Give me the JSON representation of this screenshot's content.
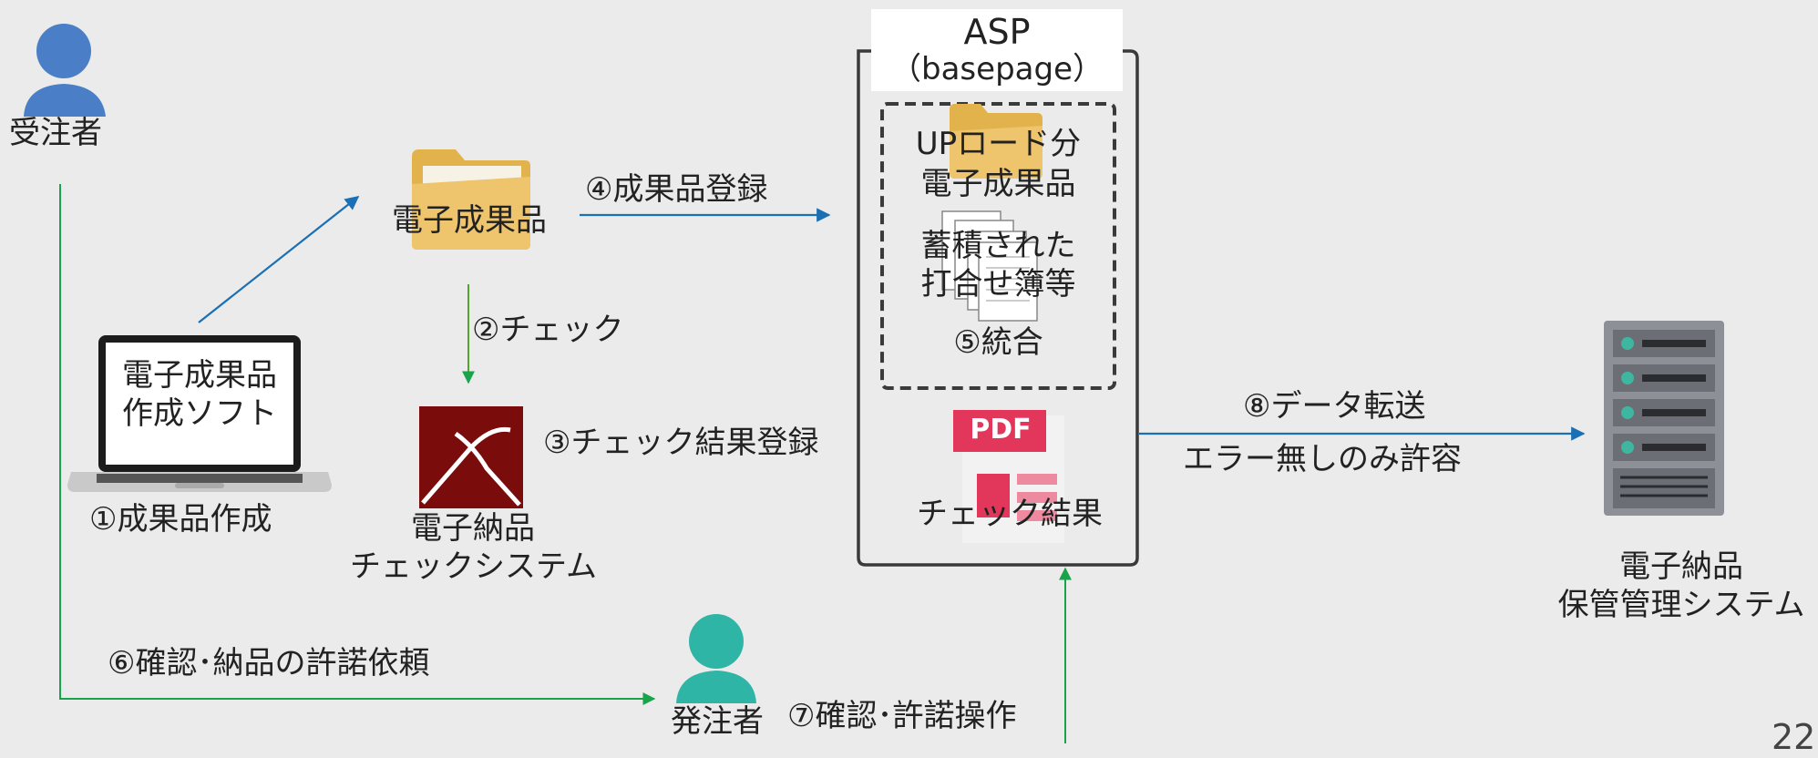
{
  "contractor": {
    "label": "受注者"
  },
  "client": {
    "label": "発注者"
  },
  "laptop": {
    "screen_line1": "電子成果品",
    "screen_line2": "作成ソフト",
    "caption": "①成果品作成"
  },
  "deliverable_folder": {
    "label": "電子成果品"
  },
  "check_system": {
    "line1": "電子納品",
    "line2": "チェックシステム"
  },
  "asp": {
    "title": "ASP",
    "subtitle": "（basepage）",
    "upload_line1": "UPロード分",
    "upload_line2": "電子成果品",
    "stored_line1": "蓄積された",
    "stored_line2": "打合せ簿等",
    "merge": "⑤統合",
    "pdf_badge": "PDF",
    "check_result": "チェック結果"
  },
  "storage_system": {
    "line1": "電子納品",
    "line2": "保管管理システム"
  },
  "steps": {
    "check": "②チェック",
    "register_result": "③チェック結果登録",
    "register_deliverable": "④成果品登録",
    "request_approval": "⑥確認･納品の許諾依頼",
    "approve": "⑦確認･許諾操作",
    "transfer": "⑧データ転送",
    "transfer_note": "エラー無しのみ許容"
  },
  "page_number": "22",
  "colors": {
    "blue_arrow": "#1a6fb5",
    "green_arrow": "#19a34a",
    "person": "#4a7fc8",
    "person_client": "#2fb5a5",
    "check_icon": "#7a0c0c"
  }
}
